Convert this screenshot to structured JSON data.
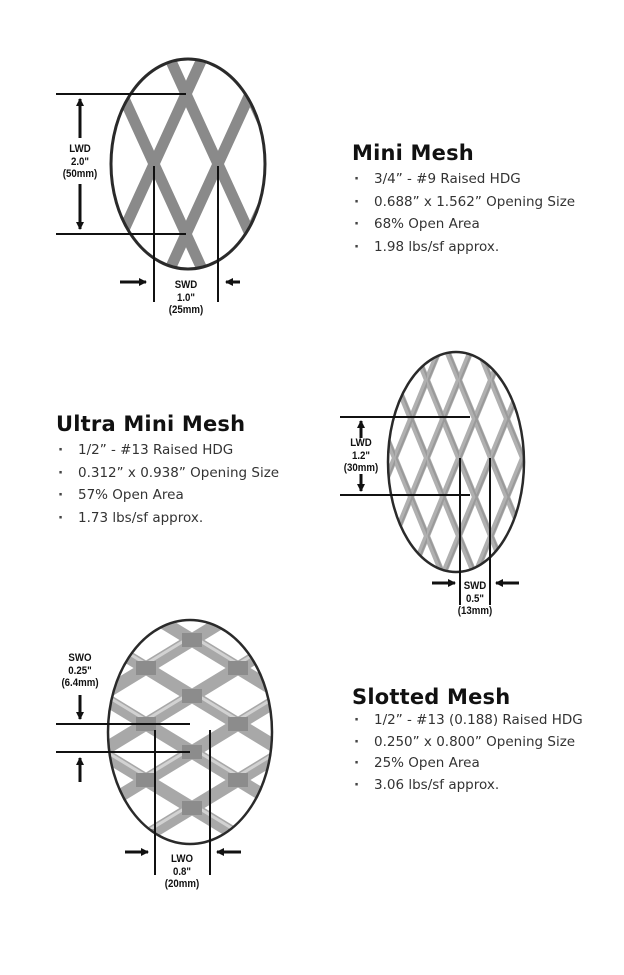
{
  "products": [
    {
      "name": "Mini Mesh",
      "specs": [
        "3/4” - #9 Raised HDG",
        "0.688” x 1.562” Opening Size",
        "68% Open Area",
        "1.98 lbs/sf approx."
      ],
      "diagram": {
        "vertical_dim": {
          "label": "LWD",
          "value": "2.0\"",
          "metric": "(50mm)"
        },
        "horizontal_dim": {
          "label": "SWD",
          "value": "1.0\"",
          "metric": "(25mm)"
        }
      }
    },
    {
      "name": "Ultra Mini Mesh",
      "specs": [
        "1/2” - #13 Raised HDG",
        "0.312” x 0.938” Opening Size",
        "57% Open Area",
        "1.73 lbs/sf approx."
      ],
      "diagram": {
        "vertical_dim": {
          "label": "LWD",
          "value": "1.2\"",
          "metric": "(30mm)"
        },
        "horizontal_dim": {
          "label": "SWD",
          "value": "0.5\"",
          "metric": "(13mm)"
        }
      }
    },
    {
      "name": "Slotted Mesh",
      "specs": [
        "1/2” - #13 (0.188) Raised HDG",
        "0.250” x 0.800” Opening Size",
        "25% Open Area",
        "3.06 lbs/sf approx."
      ],
      "diagram": {
        "vertical_dim": {
          "label": "SWO",
          "value": "0.25\"",
          "metric": "(6.4mm)"
        },
        "horizontal_dim": {
          "label": "LWO",
          "value": "0.8\"",
          "metric": "(20mm)"
        }
      }
    }
  ],
  "colors": {
    "mesh_strand": "#8a8a8a",
    "mesh_strand_light": "#b4b4b4",
    "outline": "#2a2a2a",
    "text": "#111111",
    "spec_text": "#333333"
  }
}
